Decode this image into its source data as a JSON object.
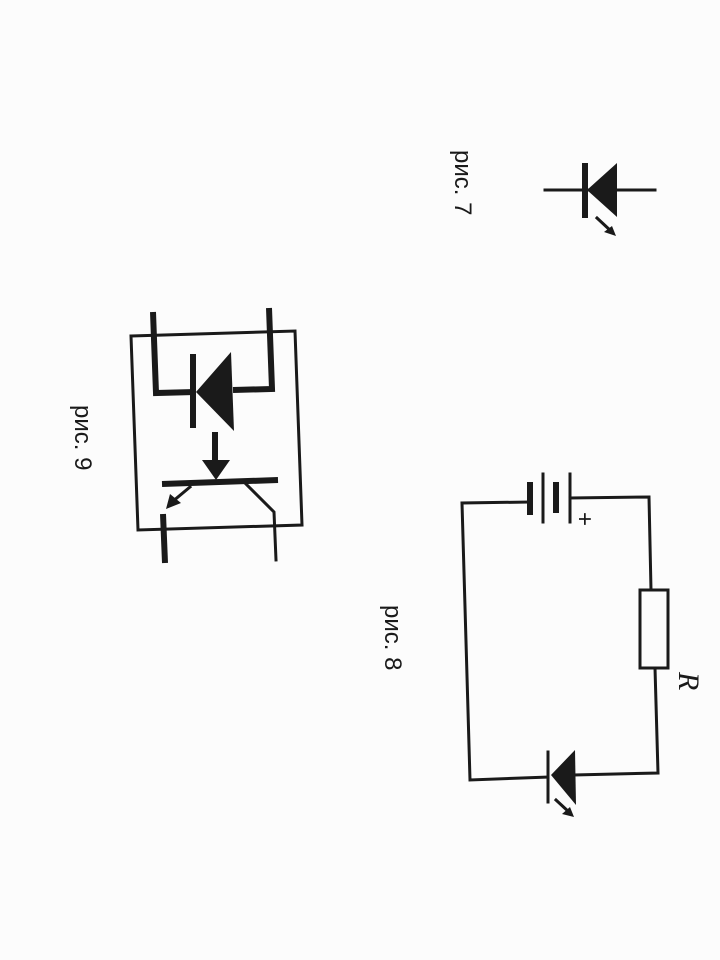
{
  "figures": [
    {
      "id": "fig7",
      "caption": "рис. 7"
    },
    {
      "id": "fig8",
      "caption": "рис. 8",
      "resistor_label": "R",
      "battery_polarity": "+"
    },
    {
      "id": "fig9",
      "caption": "рис. 9"
    }
  ],
  "colors": {
    "ink": "#1a1a1a",
    "paper": "#fcfcfc"
  }
}
